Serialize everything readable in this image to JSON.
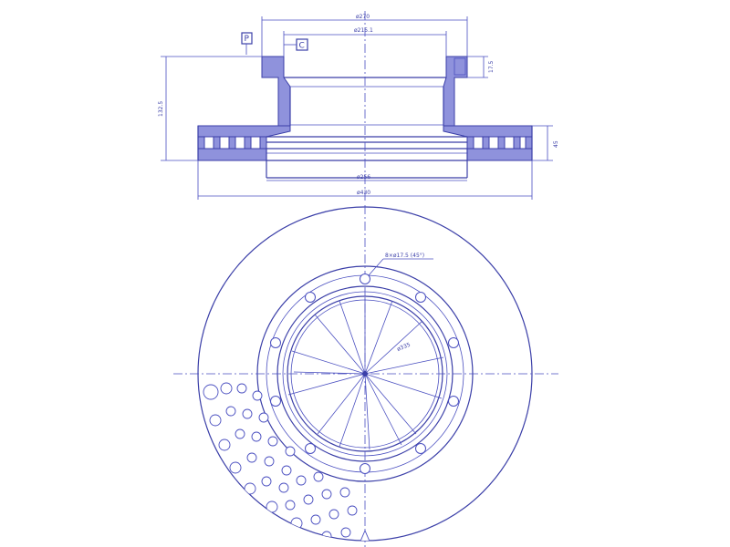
{
  "dimensions": {
    "outer_diameter": "ø430",
    "flange_diameter": "ø270",
    "inner_bore": "ø215.1",
    "ring_diameter": "ø256",
    "total_height": "132.5",
    "disc_thickness": "45",
    "lip_height": "17.5",
    "bolt_holes": "8×ø17.5 (45°)",
    "bolt_circle": "ø335"
  },
  "markers": {
    "reference_p": "P",
    "reference_c": "C"
  },
  "colors": {
    "line": "#3b3fa8",
    "hatch": "#8f92dc"
  }
}
